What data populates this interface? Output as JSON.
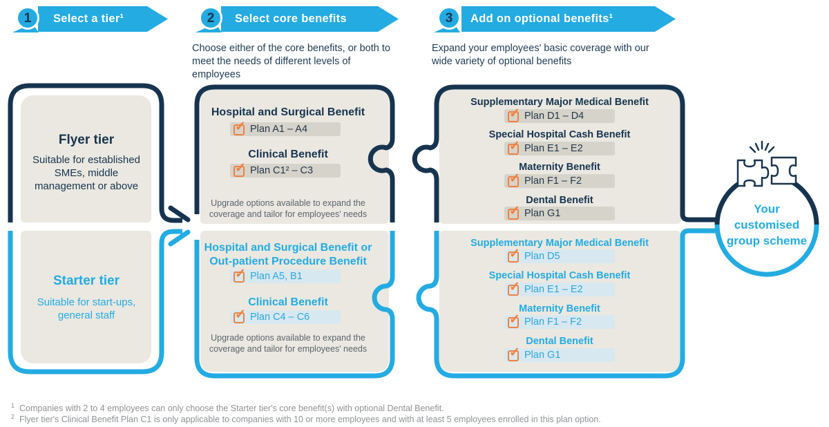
{
  "steps": [
    {
      "number": "1",
      "label": "Select a tier¹",
      "description": ""
    },
    {
      "number": "2",
      "label": "Select core benefits",
      "description": "Choose either of the core benefits, or both to meet the needs of different levels of employees"
    },
    {
      "number": "3",
      "label": "Add on optional benefits¹",
      "description": "Expand your employees' basic coverage with our wide variety of optional benefits"
    }
  ],
  "tiers": {
    "flyer": {
      "name": "Flyer tier",
      "description": "Suitable for established SMEs, middle management or above"
    },
    "starter": {
      "name": "Starter tier",
      "description": "Suitable for start-ups, general staff"
    }
  },
  "core_benefits": {
    "flyer": {
      "benefit1_title": "Hospital and Surgical Benefit",
      "benefit1_plan": "Plan A1 – A4",
      "benefit2_title": "Clinical Benefit",
      "benefit2_plan": "Plan C1² – C3",
      "note": "Upgrade options available to expand the coverage and tailor for employees' needs"
    },
    "starter": {
      "benefit1_title": "Hospital and Surgical Benefit or Out-patient Procedure Benefit",
      "benefit1_plan": "Plan A5, B1",
      "benefit2_title": "Clinical Benefit",
      "benefit2_plan": "Plan C4 – C6",
      "note": "Upgrade options available to expand the coverage and tailor for employees' needs"
    }
  },
  "optional_benefits": {
    "flyer": [
      {
        "title": "Supplementary Major Medical Benefit",
        "plan": "Plan D1 – D4"
      },
      {
        "title": "Special Hospital Cash Benefit",
        "plan": "Plan E1 – E2"
      },
      {
        "title": "Maternity Benefit",
        "plan": "Plan F1 – F2"
      },
      {
        "title": "Dental Benefit",
        "plan": "Plan G1"
      }
    ],
    "starter": [
      {
        "title": "Supplementary Major Medical Benefit",
        "plan": "Plan D5"
      },
      {
        "title": "Special Hospital Cash Benefit",
        "plan": "Plan E1 – E2"
      },
      {
        "title": "Maternity Benefit",
        "plan": "Plan F1 – F2"
      },
      {
        "title": "Dental Benefit",
        "plan": "Plan G1"
      }
    ]
  },
  "result": {
    "label": "Your customised group scheme"
  },
  "footnotes": [
    {
      "marker": "1",
      "text": "Companies with 2 to 4 employees can only choose the Starter tier's core benefit(s) with optional Dental Benefit."
    },
    {
      "marker": "2",
      "text": "Flyer tier's Clinical Benefit Plan C1 is only applicable to companies with 10 or more employees and with at least 5 employees enrolled in this plan option."
    }
  ],
  "colors": {
    "navy": "#17344F",
    "cyan": "#23ABE2",
    "beige": "#EAE8E1",
    "pill_gray": "#D6D3CA",
    "pill_blue": "#D8E8F0",
    "orange": "#F0803F",
    "footnote_gray": "#8F9295"
  }
}
